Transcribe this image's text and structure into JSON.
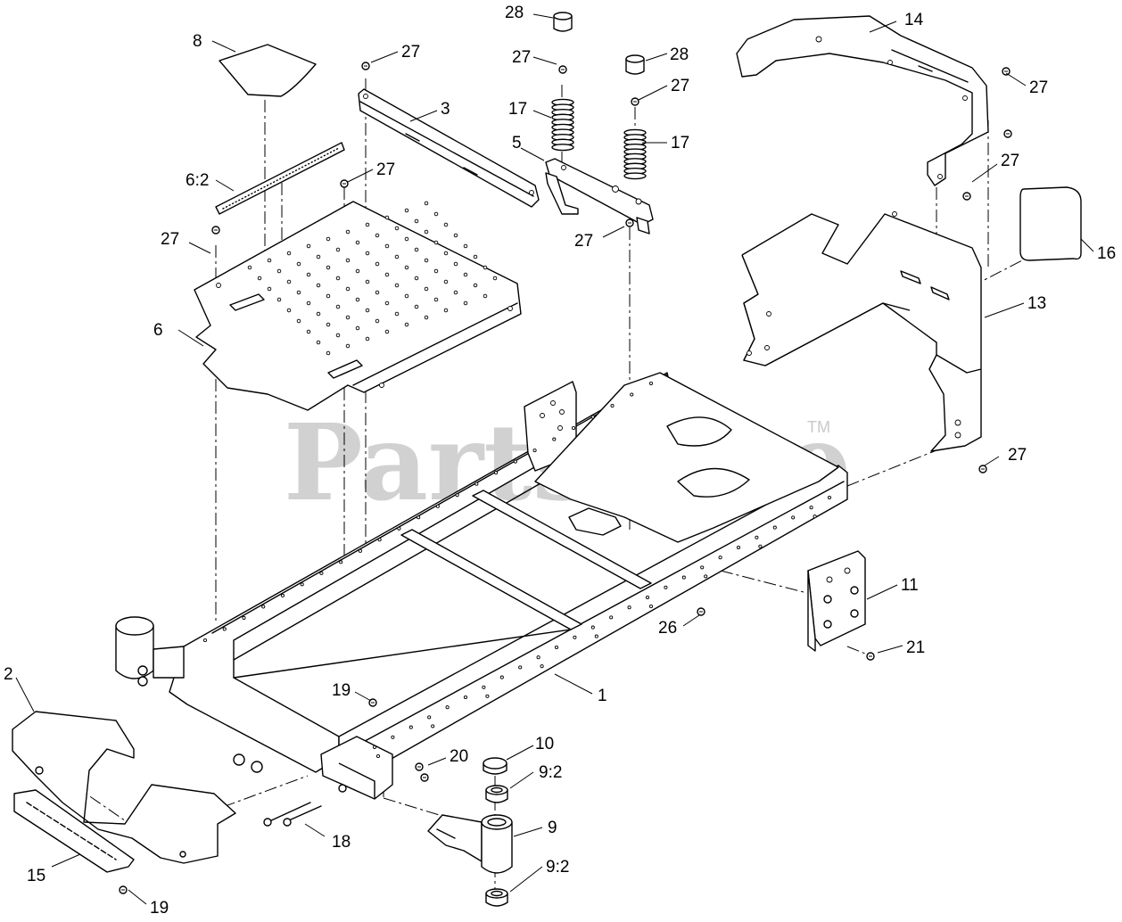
{
  "watermark": {
    "text": "PartsTree",
    "tm": "TM"
  },
  "callouts": [
    {
      "id": "c28a",
      "text": "28"
    },
    {
      "id": "c28b",
      "text": "28"
    },
    {
      "id": "c14",
      "text": "14"
    },
    {
      "id": "c8",
      "text": "8"
    },
    {
      "id": "c27a",
      "text": "27"
    },
    {
      "id": "c27b",
      "text": "27"
    },
    {
      "id": "c27c",
      "text": "27"
    },
    {
      "id": "c27d",
      "text": "27"
    },
    {
      "id": "c27e",
      "text": "27"
    },
    {
      "id": "c27f",
      "text": "27"
    },
    {
      "id": "c27g",
      "text": "27"
    },
    {
      "id": "c27h",
      "text": "27"
    },
    {
      "id": "c27i",
      "text": "27"
    },
    {
      "id": "c3",
      "text": "3"
    },
    {
      "id": "c17a",
      "text": "17"
    },
    {
      "id": "c17b",
      "text": "17"
    },
    {
      "id": "c5",
      "text": "5"
    },
    {
      "id": "c62",
      "text": "6:2"
    },
    {
      "id": "c16",
      "text": "16"
    },
    {
      "id": "c6",
      "text": "6"
    },
    {
      "id": "c13",
      "text": "13"
    },
    {
      "id": "c11",
      "text": "11"
    },
    {
      "id": "c26",
      "text": "26"
    },
    {
      "id": "c21",
      "text": "21"
    },
    {
      "id": "c1",
      "text": "1"
    },
    {
      "id": "c19a",
      "text": "19"
    },
    {
      "id": "c19b",
      "text": "19"
    },
    {
      "id": "c2",
      "text": "2"
    },
    {
      "id": "c10",
      "text": "10"
    },
    {
      "id": "c20",
      "text": "20"
    },
    {
      "id": "c92a",
      "text": "9:2"
    },
    {
      "id": "c92b",
      "text": "9:2"
    },
    {
      "id": "c9",
      "text": "9"
    },
    {
      "id": "c18",
      "text": "18"
    },
    {
      "id": "c15",
      "text": "15"
    }
  ]
}
